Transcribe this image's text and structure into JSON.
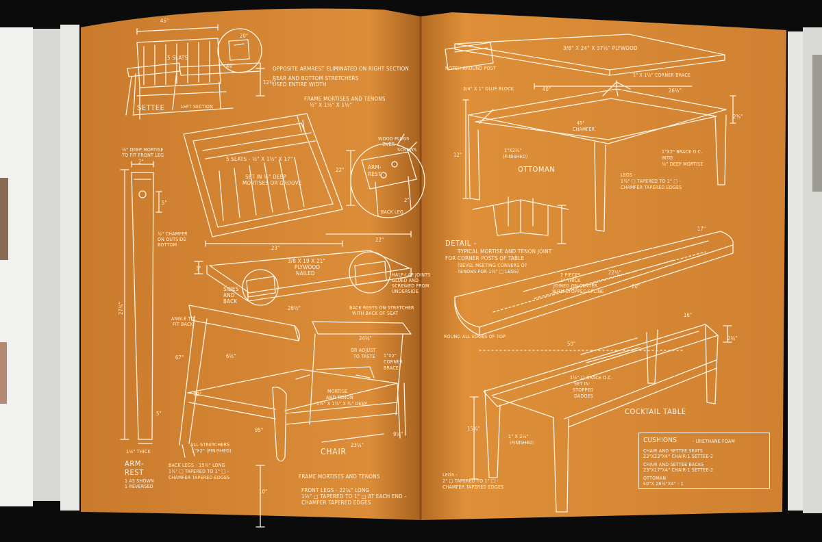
{
  "colors": {
    "paper_left": "#d98a35",
    "paper_right": "#de8e36",
    "line": "#fff4e4",
    "shadow": "#0b0b0b"
  },
  "settee": {
    "width": "46\"",
    "slats": "5 SLATS",
    "dim_49": "49\"",
    "dim_1212": "12¼\"",
    "dim_20": "20\"",
    "opposite_note": "OPPOSITE ARMREST ELIMINATED ON RIGHT SECTION",
    "stretcher_note_1": "REAR AND BOTTOM STRETCHERS",
    "stretcher_note_2": "USED ENTIRE WIDTH",
    "label": "SETTEE",
    "left_section": "LEFT SECTION"
  },
  "chair_back": {
    "frame_note_1": "FRAME MORTISES AND TENONS",
    "frame_note_2": "½\" X 1½\" X 1½\"",
    "slats_note": "5 SLATS - ½\" X 1½\" X 17\"",
    "setin_1": "SET IN ½\" DEEP",
    "setin_2": "MORTISES OR GROOVE",
    "dim_22": "22\"",
    "dim_23": "23\"",
    "dim_22b": "22\""
  },
  "arm_detail": {
    "plugs_1": "WOOD PLUGS",
    "plugs_2": "OVER",
    "plugs_3": "SCREWS",
    "arm": "ARM-",
    "rest": "REST",
    "back_leg": "BACK LEG",
    "dim_2": "2\""
  },
  "armrest_part": {
    "mortise_1": "½\" DEEP MORTISE",
    "mortise_2": "TO FIT FRONT LEG",
    "dim_2": "2\"",
    "chamfer_1": "½\" CHAMFER",
    "chamfer_2": "ON OUTSIDE",
    "chamfer_3": "BOTTOM",
    "dim_2714": "27¼\"",
    "dim_5": "5\"",
    "thick": "1⅛\" THICK",
    "label_1": "ARM-",
    "label_2": "REST",
    "shown_1": "1 AS SHOWN",
    "shown_2": "1 REVERSED"
  },
  "seat": {
    "ply_1": "3/8 X 19 X 21\"",
    "ply_2": "PLYWOOD",
    "ply_3": "NAILED",
    "sides_1": "SIDES",
    "sides_2": "AND",
    "sides_3": "BACK",
    "dim_3": "3\"",
    "dim_2612": "26½\"",
    "half_1": "HALF-LAP JOINTS",
    "half_2": "GLUED AND",
    "half_3": "SCREWED FROM",
    "half_4": "UNDERSIDE",
    "back_rests_1": "BACK RESTS ON STRETCHER",
    "back_rests_2": "WITH BACK OF SEAT"
  },
  "chair": {
    "angle_1": "ANGLE TO",
    "angle_2": "FIT BACK",
    "dim_612": "6½\"",
    "dim_67": "67°",
    "dim_70": "70°",
    "dim_95": "95°",
    "dim_2412": "24½\"",
    "dim_2314": "23¼\"",
    "dim_914": "9¼\"",
    "dim_10": "10\"",
    "dim_5": "5\"",
    "adjust_1": "OR ADJUST",
    "adjust_2": "TO TASTE",
    "brace_1": "1\"X2\"",
    "brace_2": "CORNER",
    "brace_3": "BRACE",
    "mortise_1": "MORTISE",
    "mortise_2": "AND TENON",
    "mortise_3": "1½\" X 1½\" X ¾\" DEEP",
    "stretchers_1": "ALL STRETCHERS",
    "stretchers_2": "1\"X2\" (FINISHED)",
    "label": "CHAIR",
    "back_legs_1": "BACK LEGS - 19½\" LONG",
    "back_legs_2": "1½\" □ TAPERED TO 1\" □ -",
    "back_legs_3": "CHAMFER TAPERED EDGES",
    "frame_mt": "FRAME MORTISES AND TENONS",
    "front_legs_1": "FRONT LEGS - 22¼\" LONG",
    "front_legs_2": "1½\" □ TAPERED TO 1\" □ AT EACH END -",
    "front_legs_3": "CHAMFER TAPERED EDGES"
  },
  "ottoman": {
    "notch": "NOTCH AROUND POST",
    "top": "3/8\" X 24\" X 37½\" PLYWOOD",
    "corner_brace": "1\" X 1½\" CORNER BRACE",
    "glue_block": "3/4\" X 1\" GLUE BLOCK",
    "dim_40": "40\"",
    "dim_2612": "26½\"",
    "dim_12": "12\"",
    "dim_234": "2¾\"",
    "chamfer_1": "45°",
    "chamfer_2": "CHAMFER",
    "finished_1": "1\"X2½\"",
    "finished_2": "(FINISHED)",
    "label": "OTTOMAN",
    "brace_1": "1\"X2\" BRACE O.C.",
    "brace_2": "INTO",
    "brace_3": "½\" DEEP MORTISE",
    "legs_1": "LEGS -",
    "legs_2": "1½\" □ TAPERED TO 1\" □ -",
    "legs_3": "CHAMFER TAPERED EDGES"
  },
  "detail": {
    "title": "DETAIL -",
    "line_1": "TYPICAL MORTISE AND TENON JOINT",
    "line_2": "FOR CORNER POSTS OF TABLE",
    "line_3": "(BEVEL MEETING CORNERS OF",
    "line_4": "TENONS FOR 1½\" □ LEGS)"
  },
  "cocktail_table": {
    "dim_17": "17\"",
    "dim_2212": "22½\"",
    "dim_60": "60\"",
    "dim_16": "16\"",
    "dim_50": "50\"",
    "dim_1534": "15¾\"",
    "dim_234": "2¾\"",
    "pieces_1": "2 PIECES",
    "pieces_2": "1\" THICK",
    "pieces_3": "JOINED ON CENTER",
    "pieces_4": "WITH STOPPED SPLINE",
    "round": "ROUND ALL EDGES OF TOP",
    "brace_1": "1½\" □ BRACE O.C.",
    "brace_2": "SET IN",
    "brace_3": "STOPPED",
    "brace_4": "DADOES",
    "label": "COCKTAIL TABLE",
    "finished_1": "1\" X 2½\"",
    "finished_2": "(FINISHED)",
    "legs_1": "LEGS -",
    "legs_2": "2\" □ TAPERED TO 1\" □ -",
    "legs_3": "CHAMFER TAPERED EDGES"
  },
  "cushions": {
    "title": "CUSHIONS",
    "title_sub": "- URETHANE FOAM",
    "l1": "CHAIR AND SETTEE SEATS",
    "l2": "23\"X23\"X4\"  CHAIR-1  SETTEE-2",
    "l3": "CHAIR AND SETTEE BACKS",
    "l4": "23\"X17\"X4\"  CHAIR-1  SETTEE-2",
    "l5": "OTTOMAN",
    "l6": "40\"X 26½\"X4\" - 1"
  }
}
